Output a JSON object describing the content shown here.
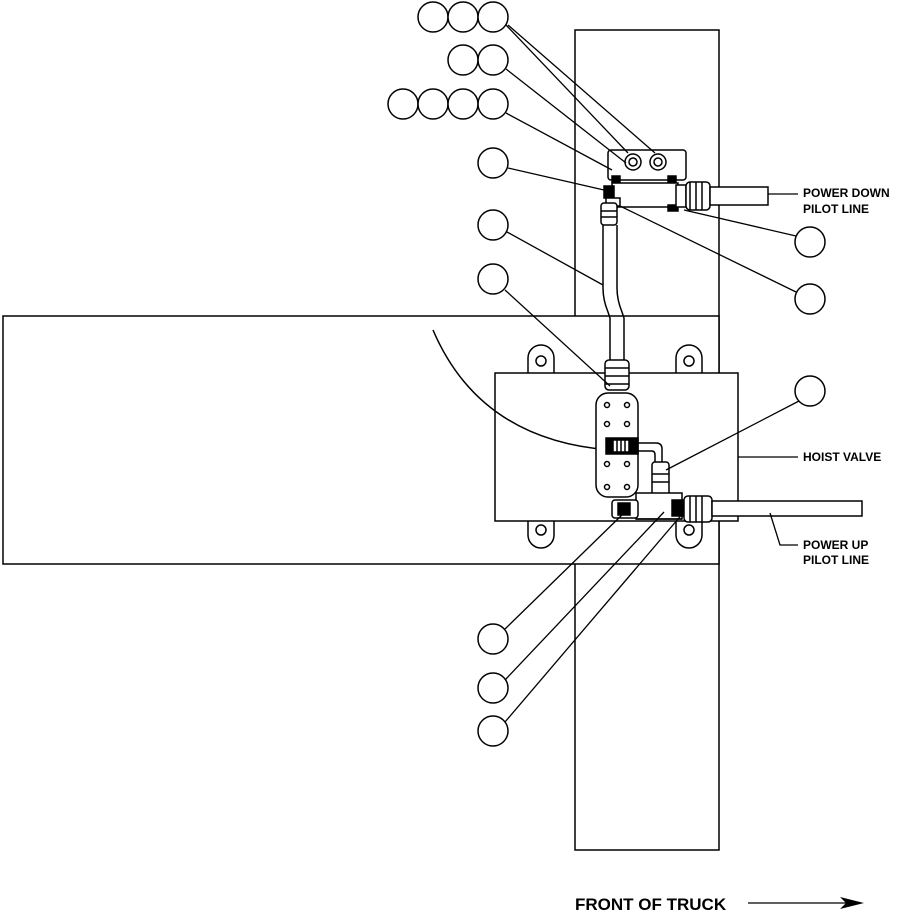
{
  "labels": {
    "power_down_line1": "POWER DOWN",
    "power_down_line2": "PILOT LINE",
    "hoist_valve": "HOIST VALVE",
    "power_up_line1": "POWER UP",
    "power_up_line2": "PILOT LINE",
    "front_of_truck": "FRONT OF TRUCK"
  },
  "colors": {
    "ink": "#000000",
    "paper": "#ffffff"
  }
}
